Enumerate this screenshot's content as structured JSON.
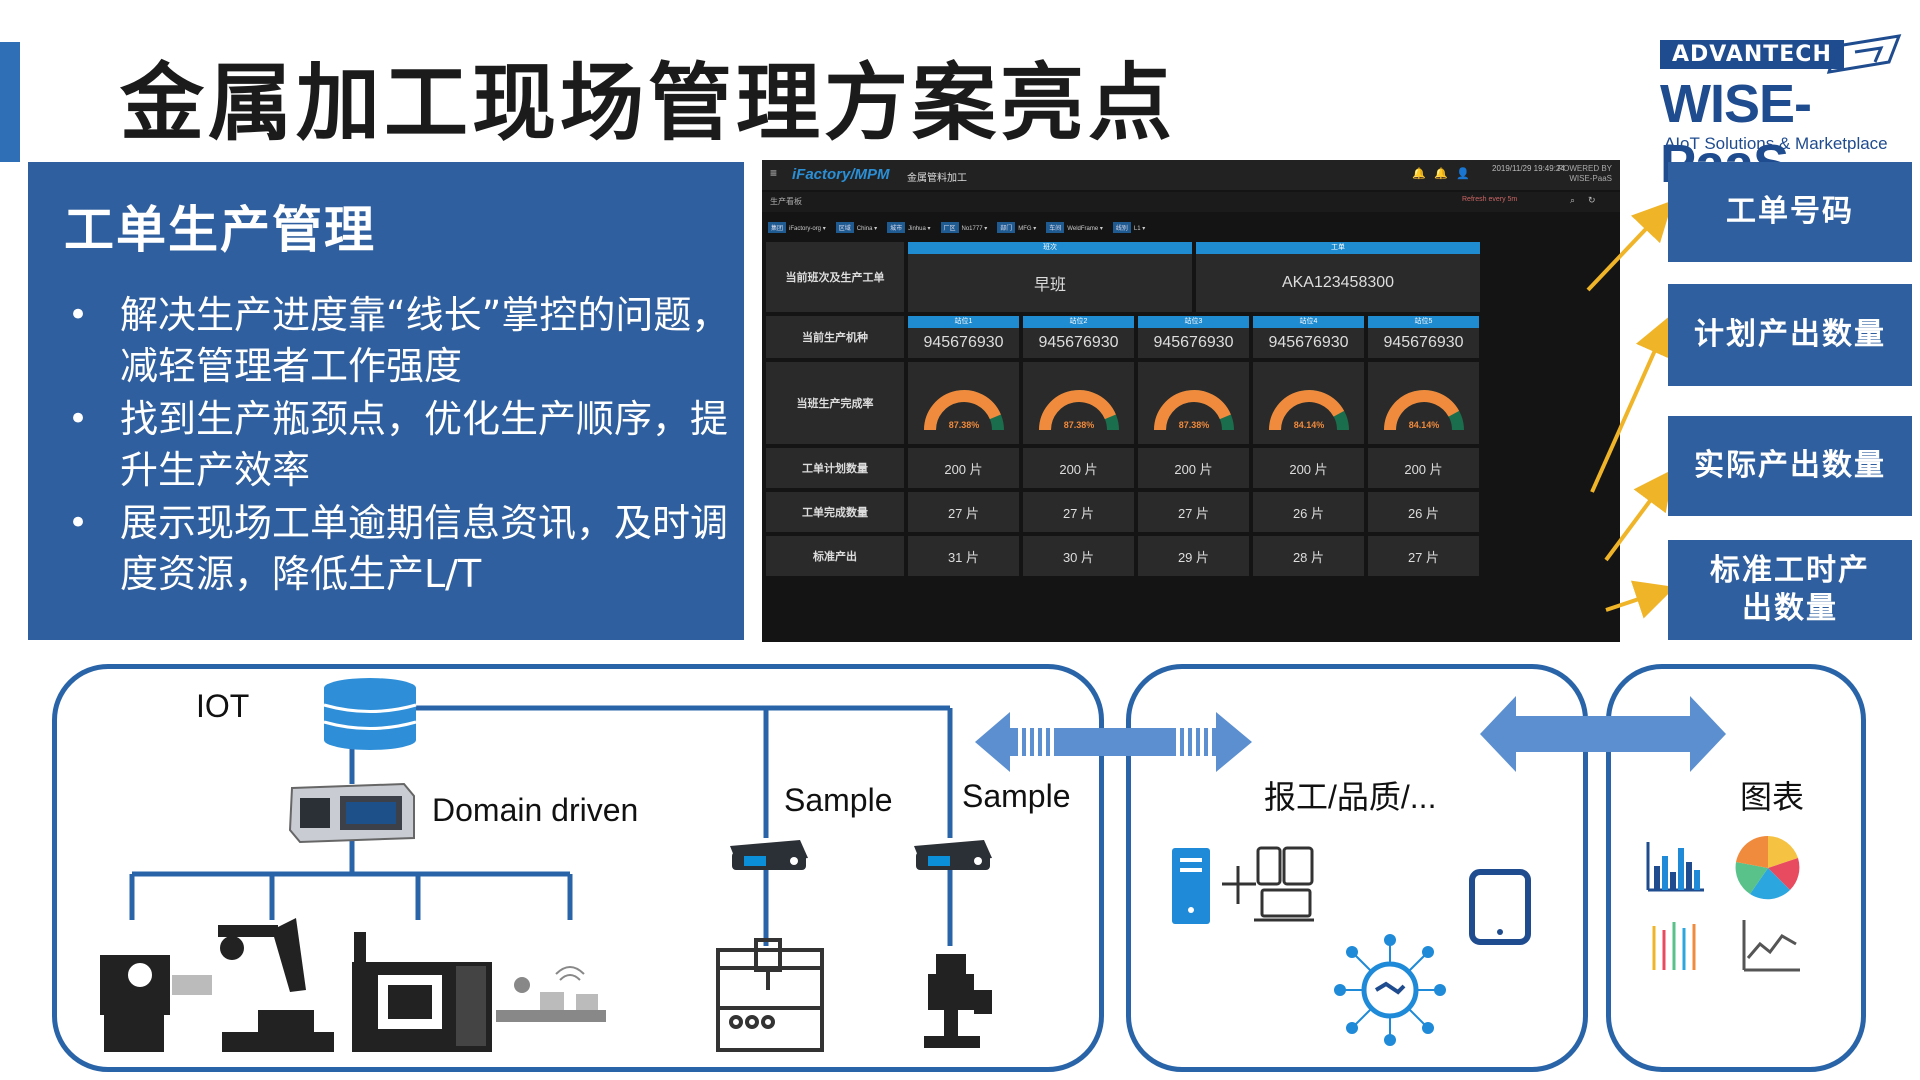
{
  "header": {
    "title": "金属加工现场管理方案亮点",
    "logo": {
      "brand": "ADVANTECH",
      "name": "WISE-PaaS",
      "tagline": "AIoT Solutions & Marketplace"
    }
  },
  "left_panel": {
    "heading": "工单生产管理",
    "bullets": [
      "解决生产进度靠“线长”掌控的问题，减轻管理者工作强度",
      "找到生产瓶颈点，优化生产顺序，提升生产效率",
      "展示现场工单逾期信息资讯，及时调度资源，降低生产L/T"
    ]
  },
  "dashboard": {
    "brand": "iFactory/MPM",
    "app_name": "金属管料加工",
    "datetime": "2019/11/29 19:49:24",
    "powered_by": "POWERED BY WISE-PaaS",
    "section": "生产看板",
    "refresh_text": "Refresh every 5m",
    "filters": [
      {
        "tag": "集团",
        "value": "iFactory-org"
      },
      {
        "tag": "区域",
        "value": "China"
      },
      {
        "tag": "城市",
        "value": "Jinhua"
      },
      {
        "tag": "厂区",
        "value": "No1777"
      },
      {
        "tag": "部门",
        "value": "MFG"
      },
      {
        "tag": "车间",
        "value": "WeldFrame"
      },
      {
        "tag": "线别",
        "value": "L1"
      }
    ],
    "rows": {
      "shift_order_label": "当前班次及生产工单",
      "shift_header": "班次",
      "shift_value": "早班",
      "order_header": "工单",
      "order_value": "AKA123458300",
      "product_label": "当前生产机种",
      "completion_label": "当班生产完成率",
      "planned_label": "工单计划数量",
      "completed_label": "工单完成数量",
      "standard_label": "标准产出"
    },
    "stations": [
      {
        "name": "站位1",
        "product": "945676930",
        "rate": "87.38%",
        "planned": "200 片",
        "completed": "27 片",
        "standard": "31 片"
      },
      {
        "name": "站位2",
        "product": "945676930",
        "rate": "87.38%",
        "planned": "200 片",
        "completed": "27 片",
        "standard": "30 片"
      },
      {
        "name": "站位3",
        "product": "945676930",
        "rate": "87.38%",
        "planned": "200 片",
        "completed": "27 片",
        "standard": "29 片"
      },
      {
        "name": "站位4",
        "product": "945676930",
        "rate": "84.14%",
        "planned": "200 片",
        "completed": "26 片",
        "standard": "28 片"
      },
      {
        "name": "站位5",
        "product": "945676930",
        "rate": "84.14%",
        "planned": "200 片",
        "completed": "26 片",
        "standard": "27 片"
      }
    ],
    "gauge_fractions": [
      0.8738,
      0.8738,
      0.8738,
      0.8414,
      0.8414
    ],
    "gauge_color": "#f08a3c"
  },
  "callouts": [
    "工单号码",
    "计划产出数量",
    "实际产出数量",
    "标准工时产出数量"
  ],
  "bottom": {
    "iot_label": "IOT",
    "domain_label": "Domain driven",
    "sample_label_1": "Sample",
    "sample_label_2": "Sample",
    "report_label": "报工/品质/...",
    "charts_label": "图表"
  },
  "colors": {
    "accent": "#2f5f9e",
    "arrow": "#f0b429",
    "frame": "#2a64a8"
  }
}
